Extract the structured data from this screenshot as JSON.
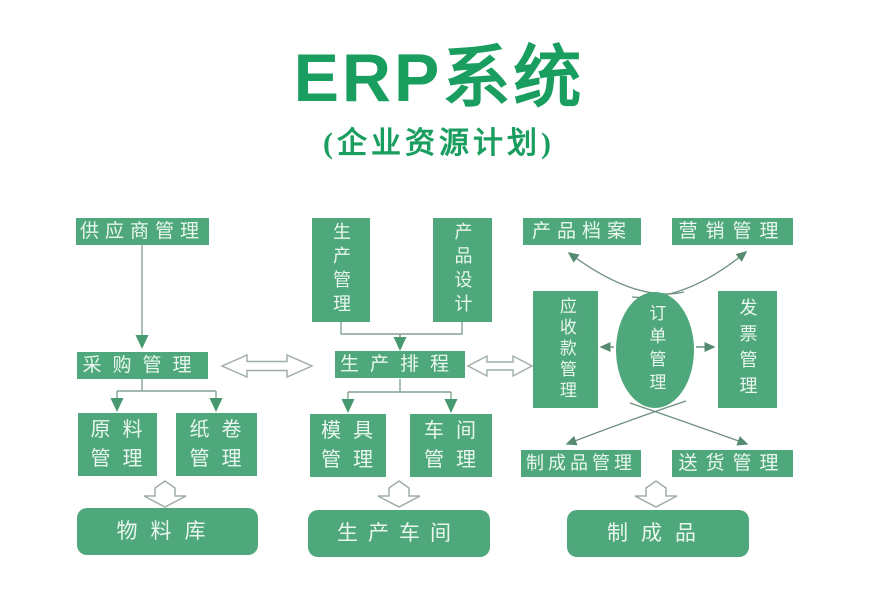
{
  "title": {
    "main": "ERP系统",
    "subtitle": "(企业资源计划)"
  },
  "left_flow": {
    "supplier_mgmt": "供应商管理",
    "purchasing_mgmt": "采购管理",
    "raw_material_mgmt": "原料管理",
    "paper_roll_mgmt": "纸卷管理",
    "material_warehouse": "物料库"
  },
  "center_flow": {
    "production_mgmt": "生产管理",
    "product_design": "产品设计",
    "production_scheduling": "生产排程",
    "mold_mgmt": "模具管理",
    "workshop_mgmt": "车间管理",
    "production_workshop": "生产车间"
  },
  "right_flow": {
    "product_archive": "产品档案",
    "marketing_mgmt": "营销管理",
    "receivables_mgmt": "应收款管理",
    "order_mgmt": "订单管理",
    "invoice_mgmt": "发票管理",
    "finished_goods_mgmt": "制成品管理",
    "delivery_mgmt": "送货管理",
    "finished_goods": "制成品"
  },
  "colors": {
    "box_green": "#4fa87c",
    "title_green": "#1a9e60",
    "box_text": "#e9f7ee",
    "line": "#84a494",
    "arrowhead": "#47996f",
    "hollow_arrow_outline": "#9fada5"
  },
  "connections": [
    {
      "from": "供应商管理",
      "to": "采购管理",
      "style": "solid-arrow-down"
    },
    {
      "from": "采购管理",
      "to": "原料管理",
      "style": "solid-arrow-down"
    },
    {
      "from": "采购管理",
      "to": "纸卷管理",
      "style": "solid-arrow-down"
    },
    {
      "from": "原料管理/纸卷管理",
      "to": "物料库",
      "style": "hollow-block-arrow-down"
    },
    {
      "from": "生产管理",
      "to": "生产排程",
      "style": "solid-arrow-down"
    },
    {
      "from": "产品设计",
      "to": "生产排程",
      "style": "solid-arrow-down"
    },
    {
      "from": "采购管理",
      "to": "生产排程",
      "style": "hollow-double-arrow"
    },
    {
      "from": "生产排程",
      "to": "应收款管理",
      "style": "hollow-double-arrow"
    },
    {
      "from": "生产排程",
      "to": "模具管理",
      "style": "solid-arrow-down"
    },
    {
      "from": "生产排程",
      "to": "车间管理",
      "style": "solid-arrow-down"
    },
    {
      "from": "模具管理/车间管理",
      "to": "生产车间",
      "style": "hollow-block-arrow-down"
    },
    {
      "from": "订单管理",
      "to": "产品档案",
      "style": "curved-arrow"
    },
    {
      "from": "订单管理",
      "to": "营销管理",
      "style": "curved-arrow"
    },
    {
      "from": "订单管理",
      "to": "应收款管理",
      "style": "solid-arrow-left"
    },
    {
      "from": "订单管理",
      "to": "发票管理",
      "style": "solid-arrow-right"
    },
    {
      "from": "订单管理",
      "to": "制成品管理",
      "style": "curved-arrow"
    },
    {
      "from": "订单管理",
      "to": "送货管理",
      "style": "curved-arrow"
    },
    {
      "from": "制成品管理",
      "to": "制成品",
      "style": "hollow-block-arrow-down"
    }
  ]
}
